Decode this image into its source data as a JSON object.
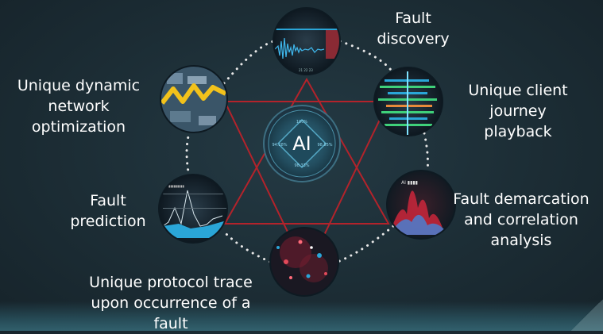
{
  "center": {
    "label": "AI"
  },
  "nodes": [
    {
      "id": "fault-discovery",
      "label_lines": [
        "Fault",
        "discovery"
      ]
    },
    {
      "id": "client-journey",
      "label_lines": [
        "Unique client",
        "journey",
        "playback"
      ]
    },
    {
      "id": "fault-demarcation",
      "label_lines": [
        "Fault demarcation",
        "and correlation",
        "analysis"
      ]
    },
    {
      "id": "protocol-trace",
      "label_lines": [
        "Unique protocol trace",
        "upon occurrence of a",
        "fault"
      ]
    },
    {
      "id": "fault-prediction",
      "label_lines": [
        "Fault",
        "prediction"
      ]
    },
    {
      "id": "dynamic-optimization",
      "label_lines": [
        "Unique dynamic",
        "network",
        "optimization"
      ]
    }
  ],
  "colors": {
    "background": "#1c2d35",
    "star": "#b3232b",
    "accent_cyan": "#2aa6d8",
    "dotted_ring": "#e6e6e6",
    "text": "#ffffff"
  },
  "icons": [
    "waveform-thumbnail",
    "bars-thumbnail",
    "peaks-chart-thumbnail",
    "particle-cloud-thumbnail",
    "area-chart-thumbnail",
    "trend-map-thumbnail"
  ]
}
